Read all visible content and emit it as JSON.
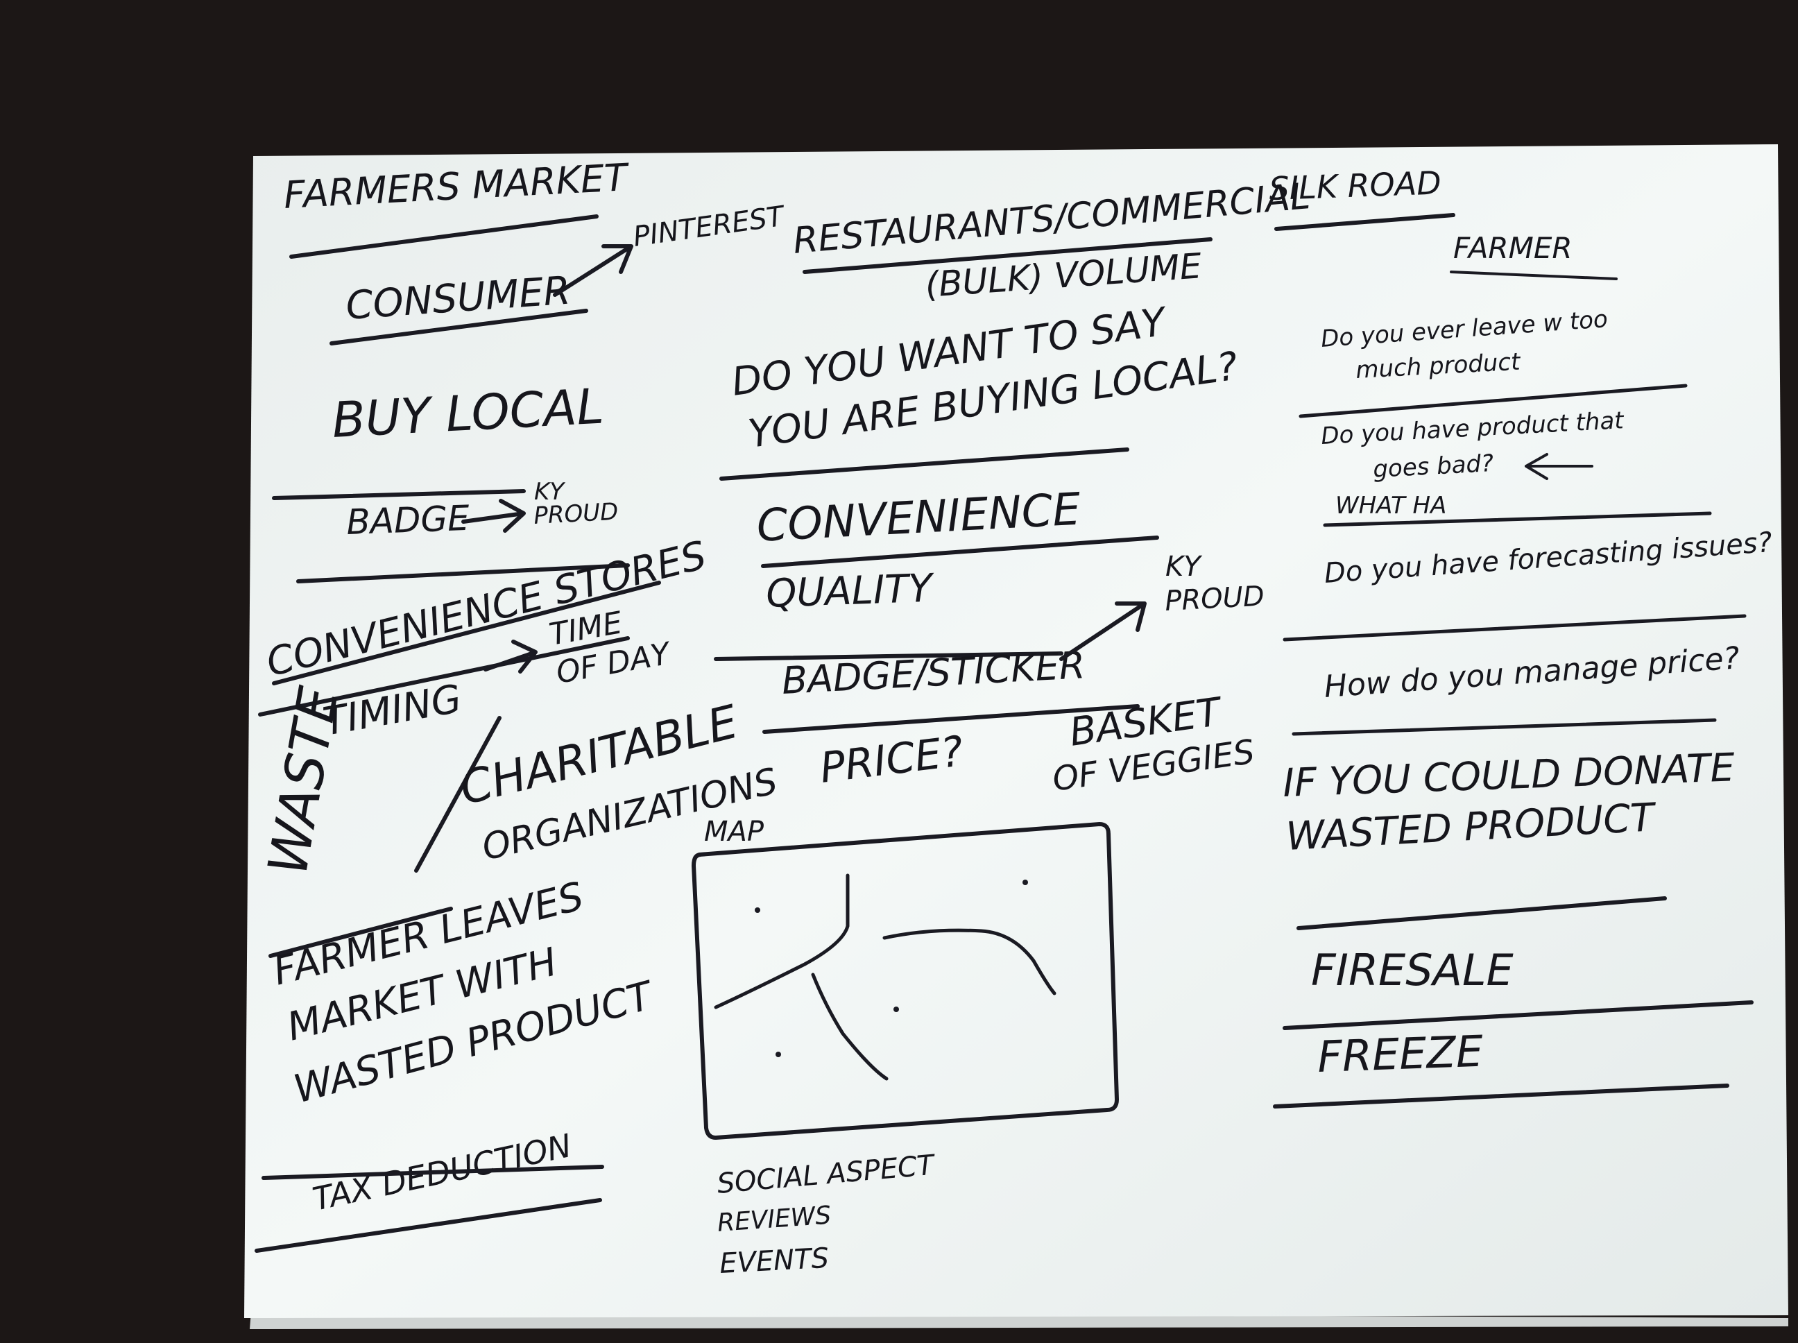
{
  "colors": {
    "table": "#1c1716",
    "paper_light": "#f3f7f6",
    "paper_shadow": "#dfe4e3",
    "marker": "#16161c"
  },
  "left": {
    "heading": "FARMERS MARKET",
    "consumer": "CONSUMER",
    "pinterest": "PINTEREST",
    "buy_local": "BUY LOCAL",
    "badge": "BADGE",
    "ky_proud_1": "KY",
    "ky_proud_2": "PROUD",
    "convenience_stores": "CONVENIENCE STORES",
    "timing": "TIMING",
    "time_of_day_1": "TIME",
    "time_of_day_2": "OF DAY",
    "waste": "WASTE",
    "charitable_1": "CHARITABLE",
    "charitable_2": "ORGANIZATIONS",
    "farmer_leaves_1": "FARMER LEAVES",
    "farmer_leaves_2": "MARKET WITH",
    "farmer_leaves_3": "WASTED PRODUCT",
    "tax_deduction": "TAX DEDUCTION"
  },
  "middle": {
    "heading": "RESTAURANTS/COMMERCIAL",
    "bulk_volume": "(BULK) VOLUME",
    "question_1": "DO YOU WANT TO SAY",
    "question_2": "YOU ARE BUYING LOCAL?",
    "convenience": "CONVENIENCE",
    "quality": "QUALITY",
    "badge_sticker": "BADGE/STICKER",
    "ky_proud_1": "KY",
    "ky_proud_2": "PROUD",
    "price": "PRICE?",
    "basket_1": "BASKET",
    "basket_2": "OF VEGGIES",
    "map_label": "MAP",
    "social_1": "SOCIAL ASPECT",
    "social_2": "REVIEWS",
    "social_3": "EVENTS"
  },
  "right": {
    "heading": "SILK ROAD",
    "farmer": "FARMER",
    "q1_1": "Do you ever leave w too",
    "q1_2": "much product",
    "q2_1": "Do you have product that",
    "q2_2": "goes bad?",
    "q2_3": "WHAT HA",
    "q3": "Do you have forecasting issues?",
    "q4": "How do you manage price?",
    "donate_1": "IF YOU COULD DONATE",
    "donate_2": "WASTED PRODUCT",
    "firesale": "FIRESALE",
    "freeze": "FREEZE"
  }
}
